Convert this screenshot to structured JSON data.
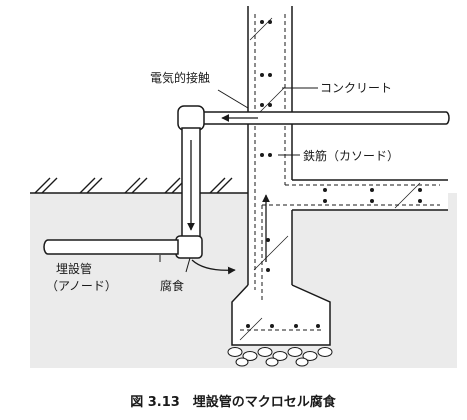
{
  "figure": {
    "caption": "図 3.13　埋設管のマクロセル腐食"
  },
  "labels": {
    "electrical_contact": "電気的接触",
    "concrete": "コンクリート",
    "rebar": "鉄筋（カソード）",
    "pipe_line1": "埋設管",
    "pipe_line2": "（アノード）",
    "corrosion": "腐食"
  },
  "colors": {
    "soil": "#ebebeb",
    "line": "#1a1a1a",
    "background": "#ffffff"
  }
}
